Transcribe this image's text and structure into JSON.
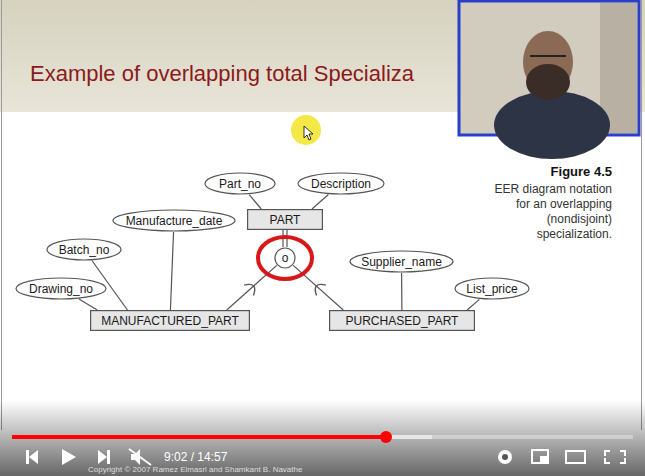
{
  "diagram": {
    "title": "Example of overlapping total Specializa",
    "caption": "EER diagram notation for an overlapping (nondisjoint) specialization.",
    "nodes": [
      {
        "text": [
          "Part_no"
        ]
      },
      {
        "text": [
          "Description"
        ]
      },
      {
        "text": [
          "PART"
        ]
      },
      {
        "text": [
          "Manufacture_date"
        ]
      },
      {
        "text": [
          "Batch_no"
        ]
      },
      {
        "text": [
          "o"
        ]
      },
      {
        "text": [
          "Supplier_name"
        ]
      },
      {
        "text": [
          "Drawing_no"
        ]
      },
      {
        "text": [
          "List_price"
        ]
      },
      {
        "text": [
          "MANUFACTURED_PART"
        ]
      },
      {
        "text": [
          "PURCHASED_PART"
        ]
      }
    ],
    "edges": [
      {
        "from": 0,
        "to": 2,
        "arrow": "none"
      },
      {
        "from": 1,
        "to": 2,
        "arrow": "none"
      },
      {
        "from": 2,
        "to": 5,
        "arrow": "none"
      },
      {
        "from": 5,
        "to": 9,
        "arrow": "none"
      },
      {
        "from": 5,
        "to": 10,
        "arrow": "none"
      },
      {
        "from": 3,
        "to": 9,
        "arrow": "none"
      },
      {
        "from": 4,
        "to": 9,
        "arrow": "none"
      },
      {
        "from": 7,
        "to": 9,
        "arrow": "none"
      },
      {
        "from": 6,
        "to": 10,
        "arrow": "none"
      },
      {
        "from": 8,
        "to": 10,
        "arrow": "none"
      }
    ],
    "labels": [
      "Figure 4.5",
      "Copyright © 2007 Ramez Elmasri and Shamkant B. Navathe",
      "9:02 / 14:57"
    ]
  }
}
